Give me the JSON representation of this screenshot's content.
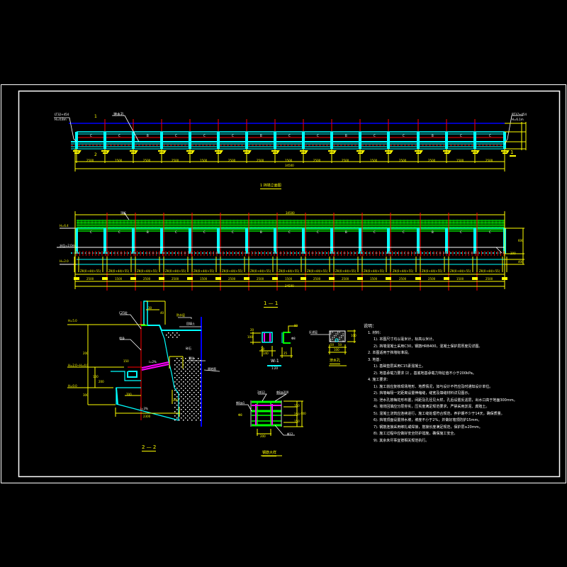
{
  "drawing": {
    "background": "#000000",
    "colors": {
      "frame": "#ffffff",
      "dim": "#ffff00",
      "structure": "#00ffff",
      "axis": "#ff0000",
      "datum": "#0000ff",
      "rebar": "#00ff00",
      "drain": "#ff00ff",
      "text": "#ffffff"
    },
    "elevation": {
      "title": "1 挡墙立面图",
      "left_callouts": [
        "LT32+454",
        "H=4.8m"
      ],
      "right_callouts": [
        "RT37+454",
        "H=6.1m"
      ],
      "left_marks": [
        "1",
        "2"
      ],
      "right_mark": "1",
      "top_callout": "泄水孔",
      "panel_marks": [
        "C",
        "C",
        "B",
        "C",
        "C",
        "C",
        "B",
        "C",
        "C",
        "B",
        "C",
        "C",
        "B",
        "C",
        "C"
      ],
      "segment_dims": [
        "2500",
        "1500",
        "2500",
        "2500",
        "1500",
        "2500",
        "2500",
        "1500",
        "2500",
        "2500",
        "1500",
        "2500",
        "2500",
        "1500",
        "2500"
      ],
      "total_dim": "34500"
    },
    "section11": {
      "title": "1 — 1",
      "top_label": "顶板",
      "top_total": "34500",
      "elev_labels": [
        "H=6.4",
        "水位=2.0m",
        "H=2.0"
      ],
      "pile_labels": [
        "ZK(0+44/+55)",
        "ZK(0+44/+55)",
        "ZK(0+44/+55)",
        "ZK(0+44/+55)",
        "ZK(0+44/+55)",
        "ZK(0+44/+55)",
        "ZK(0+44/+55)",
        "ZK(0+44/+55)",
        "ZK(0+44/+55)",
        "ZK(0+44/+55)",
        "ZK(0+44/+55)",
        "ZK(0+44/+55)",
        "ZK(0+44/+55)",
        "ZK(0+44/+55)",
        "ZK(0+44/+55)"
      ],
      "right_dims": [
        "200",
        "400",
        "600"
      ],
      "panel_marks": [
        "C",
        "C",
        "B",
        "C",
        "C",
        "C",
        "B",
        "C",
        "C",
        "B",
        "C",
        "C",
        "B",
        "C",
        "C"
      ],
      "segment_dims": [
        "2500",
        "1500",
        "2500",
        "2500",
        "1500",
        "2500",
        "2500",
        "1500",
        "2500",
        "2500",
        "1500",
        "2500",
        "2500",
        "1500",
        "2500"
      ],
      "total_dim": "34500"
    },
    "section22": {
      "title": "2 — 2",
      "labels": [
        "H=5.0",
        "H=2.0~H=4.0",
        "H=0.0",
        "C25砼",
        "墙身",
        "防水层",
        "回填土",
        "碎石",
        "原地面",
        "素砼",
        "i=2%",
        "i=3%"
      ],
      "dims": [
        "30",
        "40",
        "200",
        "150",
        "100",
        "200",
        "700",
        "300",
        "2300",
        "300"
      ]
    },
    "detail_w1": {
      "title": "W-1",
      "subtitle": "1:20",
      "dims": [
        "20",
        "100",
        "20",
        "140",
        "25",
        "80"
      ],
      "callout": "Φ8"
    },
    "detail_drain": {
      "title": "泄水孔",
      "callout": "反滤层",
      "dims": [
        "100",
        "50",
        "50",
        "100"
      ]
    },
    "detail_rebar": {
      "title": "钢筋大样",
      "callouts": [
        "2Φ12",
        "Φ8@200",
        "Φ8@1",
        "Φ8",
        "Φ12"
      ],
      "dims": [
        "150",
        "250",
        "150",
        "400",
        "200"
      ]
    },
    "notes": {
      "header": "说明：",
      "items": [
        {
          "text": "1.  材料：",
          "sub": [
            "1).  本图尺寸均以毫米计，标高以米计。",
            "2).  挡墙混凝土采用C30，钢筋HRB400，混凝土保护层厚度见详图。"
          ]
        },
        {
          "text": "2.  本图适用于挡墙标准段。",
          "sub": []
        },
        {
          "text": "3.  地基：",
          "sub": [
            "1).  基础垫层采用C15素混凝土。",
            "2).  地基承载力要求 ⑵ ，基底地基承载力特征值不小于200kPa。"
          ]
        },
        {
          "text": "4.  施工要求：",
          "sub": [
            "1).  施工前应复核现场地形、地质情况，如与设计不符应及时通知设计单位。",
            "2).  挡墙每隔一定距离设置伸缩缝，缝宽及填缝材料详见图示。",
            "3).  泄水孔按梅花形布置，间距及孔径见大样，孔后设置反滤层，出水口高于地面300mm。",
            "4).  墙背回填应分层夯实，压实度满足规范要求，严禁采用淤泥、腐殖土。",
            "5).  混凝土浇筑应连续进行，施工缝处理符合规范，养护期不少于14天，确保质量。",
            "6).  挡墙顶面设置排水坡，坡度不小于2%，并做好墙顶防护15mm。",
            "7).  钢筋连接采用绑扎或焊接，搭接长度满足规范，保护层≥20mm。",
            "8).  施工过程中应做好安全防护措施，确保施工安全。",
            "9).  其余未尽事宜按相关规范执行。"
          ]
        }
      ]
    }
  }
}
